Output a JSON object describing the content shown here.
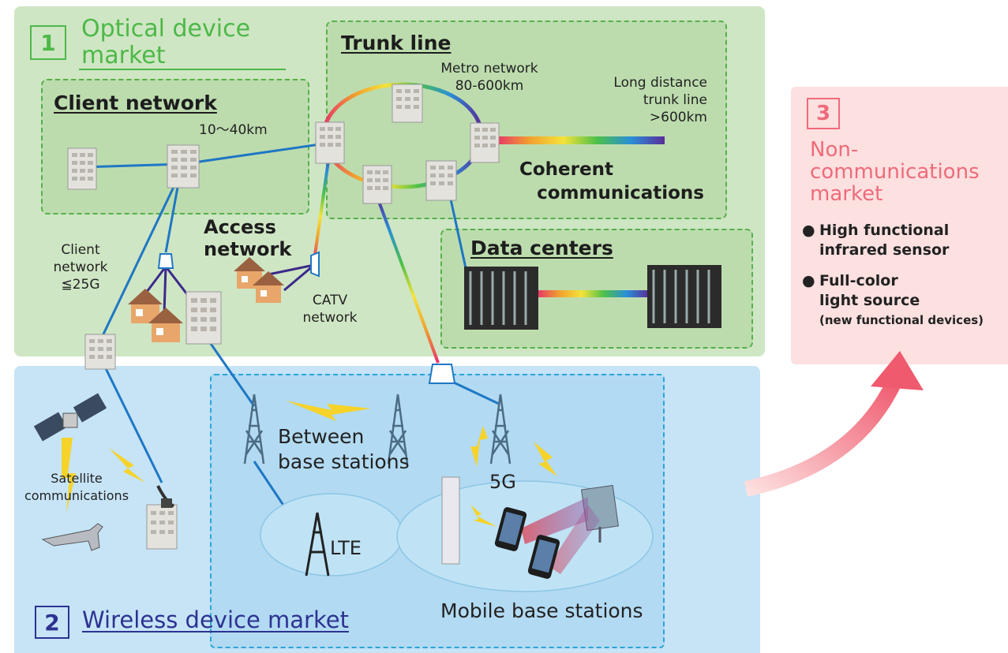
{
  "optical": {
    "num": "1",
    "title_line1": "Optical device",
    "title_line2": "market",
    "client_network": {
      "title": "Client network",
      "distance": "10〜40km"
    },
    "trunk_line": {
      "title": "Trunk line",
      "metro_line1": "Metro network",
      "metro_line2": "80-600km",
      "long_line1": "Long distance",
      "long_line2": "trunk line",
      "long_line3": ">600km",
      "coherent_line1": "Coherent",
      "coherent_line2": "communications"
    },
    "access_network_line1": "Access",
    "access_network_line2": "network",
    "client_speed_line1": "Client",
    "client_speed_line2": "network",
    "client_speed_line3": "≦25G",
    "catv_line1": "CATV",
    "catv_line2": "network",
    "data_centers": "Data centers"
  },
  "wireless": {
    "num": "2",
    "title": "Wireless device market",
    "between_line1": "Between",
    "between_line2": "base stations",
    "fiveg": "5G",
    "satellite_line1": "Satellite",
    "satellite_line2": "communications",
    "lte": "LTE",
    "mobile": "Mobile base stations"
  },
  "noncomm": {
    "num": "3",
    "title_line1": "Non-",
    "title_line2": "communications",
    "title_line3": "market",
    "bullet1_line1": "High functional",
    "bullet1_line2": "infrared sensor",
    "bullet2_line1": "Full-color",
    "bullet2_line2": "light source",
    "bullet2_line3": "(new functional devices)"
  },
  "colors": {
    "optical_green": "#4db848",
    "wireless_navy": "#2d3291",
    "noncomm_pink": "#ee6b7a",
    "fiber_blue": "#1f77c4"
  }
}
